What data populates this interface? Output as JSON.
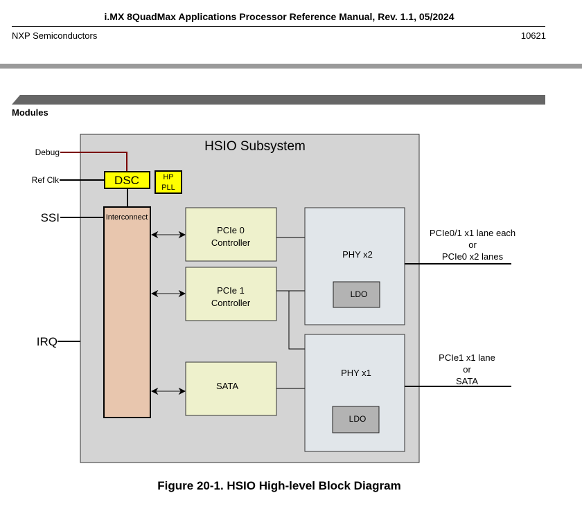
{
  "header": {
    "title": "i.MX 8QuadMax Applications Processor Reference Manual, Rev. 1.1, 05/2024",
    "company": "NXP Semiconductors",
    "page_number": "10621"
  },
  "section": {
    "label": "Modules"
  },
  "diagram": {
    "subsystem_title": "HSIO Subsystem",
    "external_signals": {
      "debug": "Debug",
      "ref_clk": "Ref Clk",
      "ssi": "SSI",
      "irq": "IRQ"
    },
    "blocks": {
      "dsc": "DSC",
      "hp_pll_line1": "HP",
      "hp_pll_line2": "PLL",
      "interconnect": "Interconnect",
      "pcie0_line1": "PCIe 0",
      "pcie0_line2": "Controller",
      "pcie1_line1": "PCIe 1",
      "pcie1_line2": "Controller",
      "sata": "SATA",
      "phy_x2": "PHY x2",
      "phy_x1": "PHY x1",
      "ldo_top": "LDO",
      "ldo_bottom": "LDO"
    },
    "outputs": {
      "top_line1": "PCIe0/1 x1 lane each",
      "top_line2": "or",
      "top_line3": "PCIe0 x2 lanes",
      "bottom_line1": "PCIe1 x1 lane",
      "bottom_line2": "or",
      "bottom_line3": "SATA"
    },
    "colors": {
      "subsystem_fill": "#d4d4d4",
      "yellow_block": "#ffff00",
      "interconnect_fill": "#e8c6ae",
      "controller_fill": "#eef1cc",
      "phy_fill": "#e1e6ea",
      "ldo_fill": "#b3b3b3",
      "debug_line": "#7a0000",
      "section_band": "#666666"
    }
  },
  "caption": "Figure 20-1. HSIO High-level Block Diagram"
}
